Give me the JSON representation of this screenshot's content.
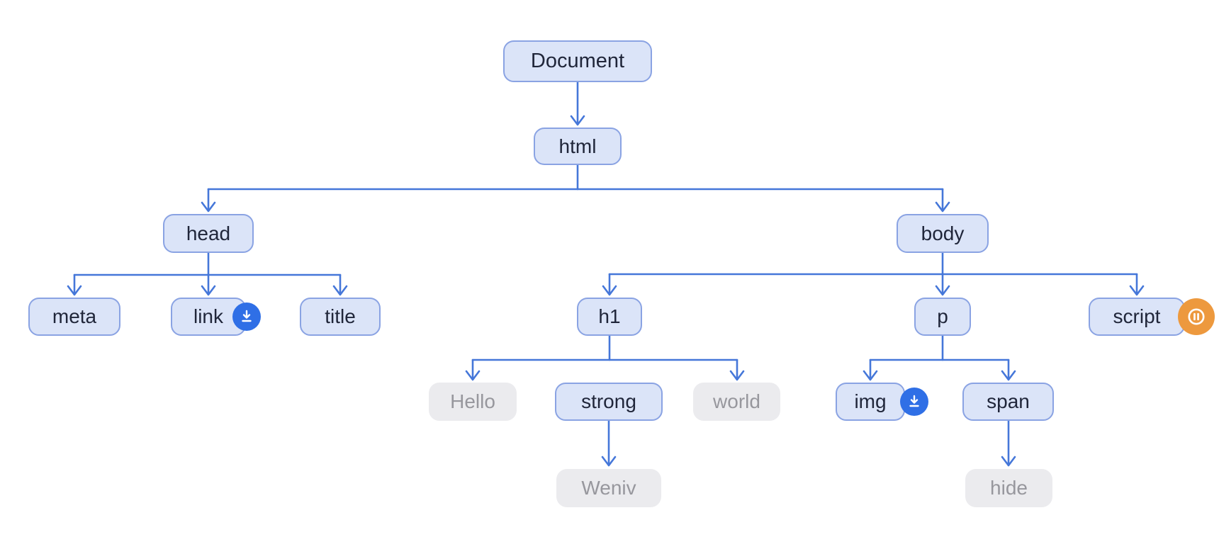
{
  "diagram": {
    "kind": "dom-tree",
    "nodes": {
      "document": {
        "label": "Document",
        "type": "element"
      },
      "html": {
        "label": "html",
        "type": "element"
      },
      "head": {
        "label": "head",
        "type": "element"
      },
      "meta": {
        "label": "meta",
        "type": "element"
      },
      "link": {
        "label": "link",
        "type": "element",
        "badge": "download-icon"
      },
      "title": {
        "label": "title",
        "type": "element"
      },
      "body": {
        "label": "body",
        "type": "element"
      },
      "h1": {
        "label": "h1",
        "type": "element"
      },
      "hello": {
        "label": "Hello",
        "type": "text"
      },
      "strong": {
        "label": "strong",
        "type": "element"
      },
      "world": {
        "label": "world",
        "type": "text"
      },
      "weniv": {
        "label": "Weniv",
        "type": "text"
      },
      "p": {
        "label": "p",
        "type": "element"
      },
      "img": {
        "label": "img",
        "type": "element",
        "badge": "download-icon"
      },
      "span": {
        "label": "span",
        "type": "element"
      },
      "hide": {
        "label": "hide",
        "type": "text"
      },
      "script": {
        "label": "script",
        "type": "element",
        "badge": "pause-icon"
      }
    },
    "edges": [
      {
        "from": "document",
        "to": "html"
      },
      {
        "from": "html",
        "to": "head"
      },
      {
        "from": "html",
        "to": "body"
      },
      {
        "from": "head",
        "to": "meta"
      },
      {
        "from": "head",
        "to": "link"
      },
      {
        "from": "head",
        "to": "title"
      },
      {
        "from": "body",
        "to": "h1"
      },
      {
        "from": "body",
        "to": "p"
      },
      {
        "from": "body",
        "to": "script"
      },
      {
        "from": "h1",
        "to": "hello"
      },
      {
        "from": "h1",
        "to": "strong"
      },
      {
        "from": "h1",
        "to": "world"
      },
      {
        "from": "strong",
        "to": "weniv"
      },
      {
        "from": "p",
        "to": "img"
      },
      {
        "from": "p",
        "to": "span"
      },
      {
        "from": "span",
        "to": "hide"
      }
    ],
    "colors": {
      "element_fill": "#dbe4f8",
      "element_border": "#8aa3e3",
      "element_text": "#20263a",
      "textnode_fill": "#ebebee",
      "textnode_text": "#97979d",
      "connector": "#4577d9",
      "download_badge": "#2f6fe6",
      "pause_badge": "#ed993e",
      "background": "#ffffff"
    }
  }
}
